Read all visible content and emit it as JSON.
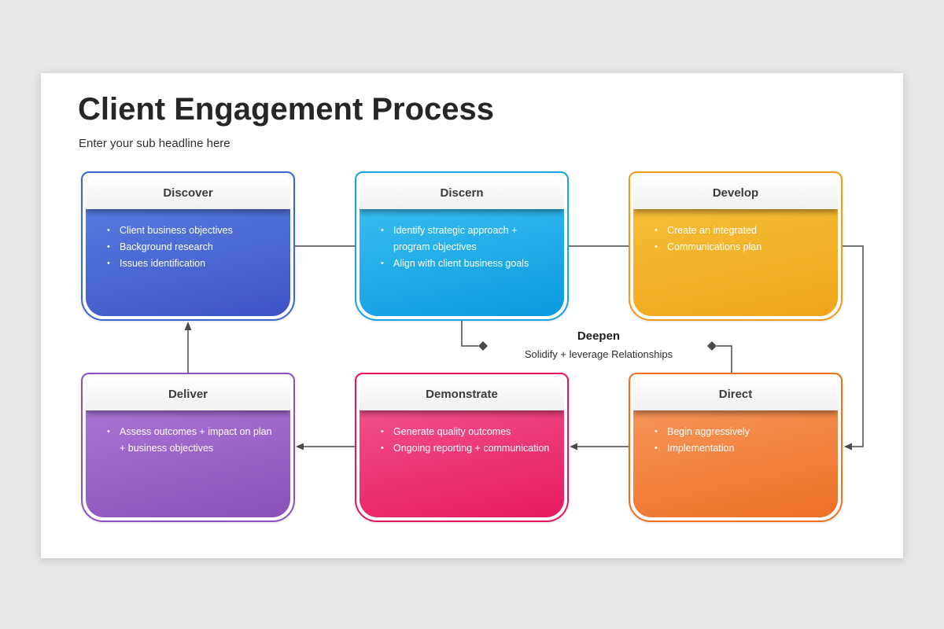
{
  "page": {
    "title": "Client Engagement Process",
    "subtitle": "Enter your sub headline here"
  },
  "center_label": {
    "title": "Deepen",
    "subtitle": "Solidify + leverage Relationships"
  },
  "connector_color": "#4a4a4a",
  "cards": [
    {
      "id": "discover",
      "title": "Discover",
      "color": "#3a67d2",
      "gradient_top": "#5c83e6",
      "gradient_bottom": "#3d54c4",
      "bullets": [
        "Client business objectives",
        "Background research",
        "Issues identification"
      ]
    },
    {
      "id": "discern",
      "title": "Discern",
      "color": "#16a5e6",
      "gradient_top": "#41c4f5",
      "gradient_bottom": "#0b9ade",
      "bullets": [
        "Identify strategic approach + program objectives",
        "Align with client business goals"
      ]
    },
    {
      "id": "develop",
      "title": "Develop",
      "color": "#f39b16",
      "gradient_top": "#f7c43c",
      "gradient_bottom": "#efa51c",
      "bullets": [
        "Create an integrated",
        "Communications plan"
      ]
    },
    {
      "id": "deliver",
      "title": "Deliver",
      "color": "#8c50c4",
      "gradient_top": "#ab7cd9",
      "gradient_bottom": "#8d50ba",
      "bullets": [
        "Assess outcomes + impact on plan + business objectives"
      ]
    },
    {
      "id": "demonstrate",
      "title": "Demonstrate",
      "color": "#e9145f",
      "gradient_top": "#f45c95",
      "gradient_bottom": "#e6195e",
      "bullets": [
        "Generate quality outcomes",
        "Ongoing reporting + communication"
      ]
    },
    {
      "id": "direct",
      "title": "Direct",
      "color": "#f16f1f",
      "gradient_top": "#f79d64",
      "gradient_bottom": "#ee7026",
      "bullets": [
        "Begin aggressively",
        "Implementation"
      ]
    }
  ]
}
